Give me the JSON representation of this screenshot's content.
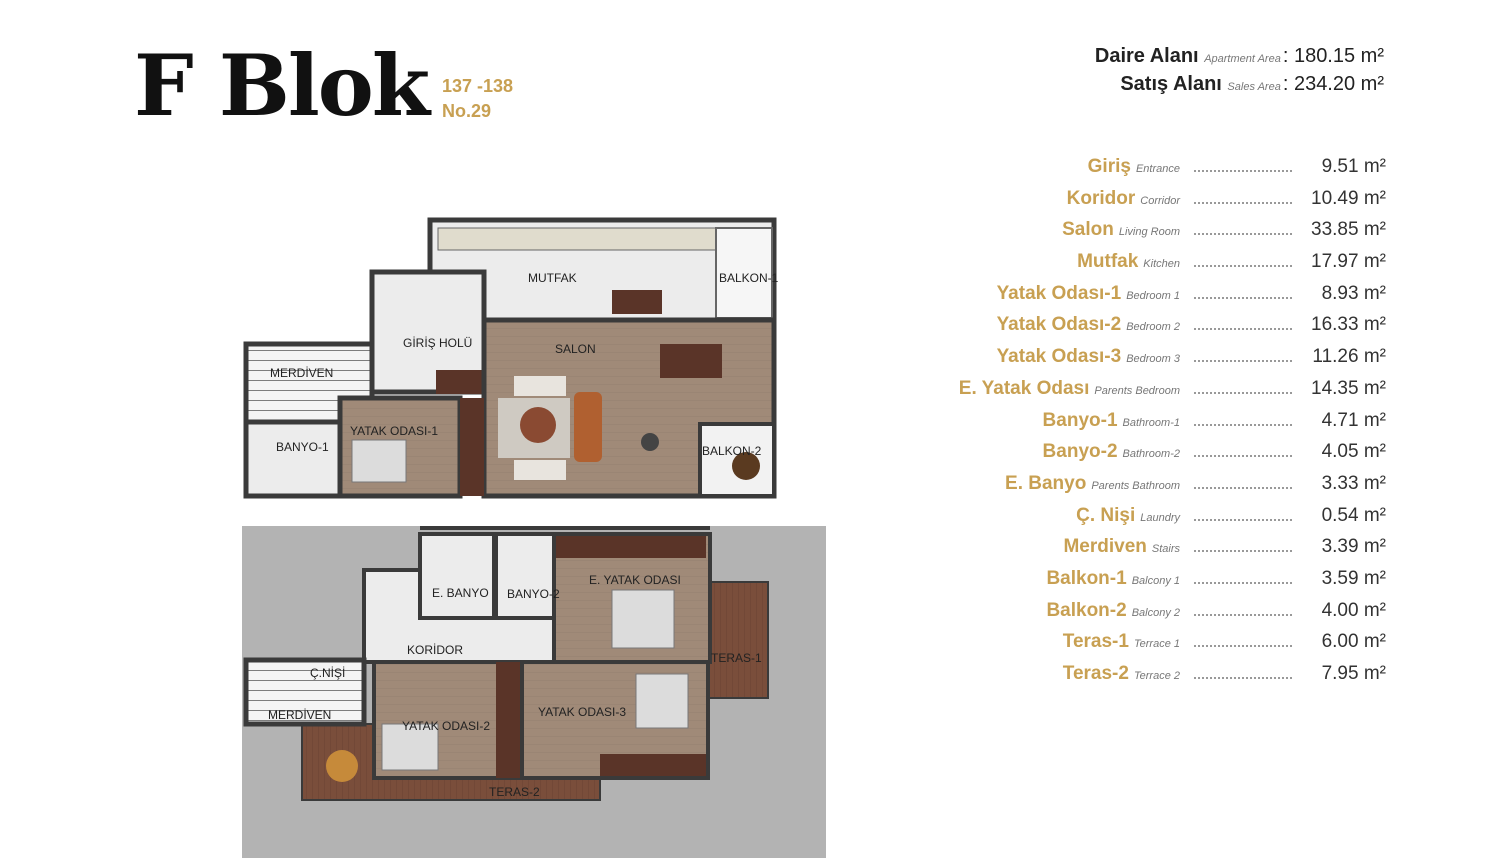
{
  "header": {
    "title": "F Blok",
    "units": "137 -138",
    "number": "No.29"
  },
  "areas": {
    "apartment": {
      "label": "Daire Alanı",
      "en": "Apartment Area",
      "value": ": 180.15 m²"
    },
    "sales": {
      "label": "Satış Alanı",
      "en": "Sales Area",
      "value": ": 234.20 m²"
    }
  },
  "rooms": [
    {
      "tr": "Giriş",
      "en": "Entrance",
      "value": "9.51 m²"
    },
    {
      "tr": "Koridor",
      "en": "Corridor",
      "value": "10.49 m²"
    },
    {
      "tr": "Salon",
      "en": "Living Room",
      "value": "33.85 m²"
    },
    {
      "tr": "Mutfak",
      "en": "Kitchen",
      "value": "17.97 m²"
    },
    {
      "tr": "Yatak Odası-1",
      "en": "Bedroom 1",
      "value": "8.93 m²"
    },
    {
      "tr": "Yatak Odası-2",
      "en": "Bedroom 2",
      "value": "16.33 m²"
    },
    {
      "tr": "Yatak Odası-3",
      "en": "Bedroom 3",
      "value": "11.26 m²"
    },
    {
      "tr": "E. Yatak Odası",
      "en": "Parents Bedroom",
      "value": "14.35 m²"
    },
    {
      "tr": "Banyo-1",
      "en": "Bathroom-1",
      "value": "4.71 m²"
    },
    {
      "tr": "Banyo-2",
      "en": "Bathroom-2",
      "value": "4.05 m²"
    },
    {
      "tr": "E. Banyo",
      "en": "Parents Bathroom",
      "value": "3.33 m²"
    },
    {
      "tr": "Ç. Nişi",
      "en": "Laundry",
      "value": "0.54 m²"
    },
    {
      "tr": "Merdiven",
      "en": "Stairs",
      "value": "3.39 m²"
    },
    {
      "tr": "Balkon-1",
      "en": "Balcony 1",
      "value": "3.59 m²"
    },
    {
      "tr": "Balkon-2",
      "en": "Balcony 2",
      "value": "4.00 m²"
    },
    {
      "tr": "Teras-1",
      "en": "Terrace 1",
      "value": "6.00 m²"
    },
    {
      "tr": "Teras-2",
      "en": "Terrace 2",
      "value": "7.95 m²"
    }
  ],
  "plan_labels": {
    "mutfak": "MUTFAK",
    "balkon1": "BALKON-1",
    "giris": "GİRİŞ HOLÜ",
    "salon": "SALON",
    "merdiven_top": "MERDİVEN",
    "banyo1": "BANYO-1",
    "yatak1": "YATAK ODASI-1",
    "balkon2": "BALKON-2",
    "ebanyo": "E. BANYO",
    "banyo2": "BANYO-2",
    "eyatak": "E. YATAK ODASI",
    "koridor": "KORİDOR",
    "teras1": "TERAS-1",
    "cnisi": "Ç.NİŞİ",
    "merdiven_bottom": "MERDİVEN",
    "yatak2": "YATAK ODASI-2",
    "yatak3": "YATAK ODASI-3",
    "teras2": "TERAS-2"
  },
  "colors": {
    "accent": "#c8a052",
    "wood": "#a08a78",
    "marble": "#ececec",
    "wall": "#3a3a3a",
    "terrace": "#7a4e3b",
    "surround": "#b3b3b3"
  }
}
